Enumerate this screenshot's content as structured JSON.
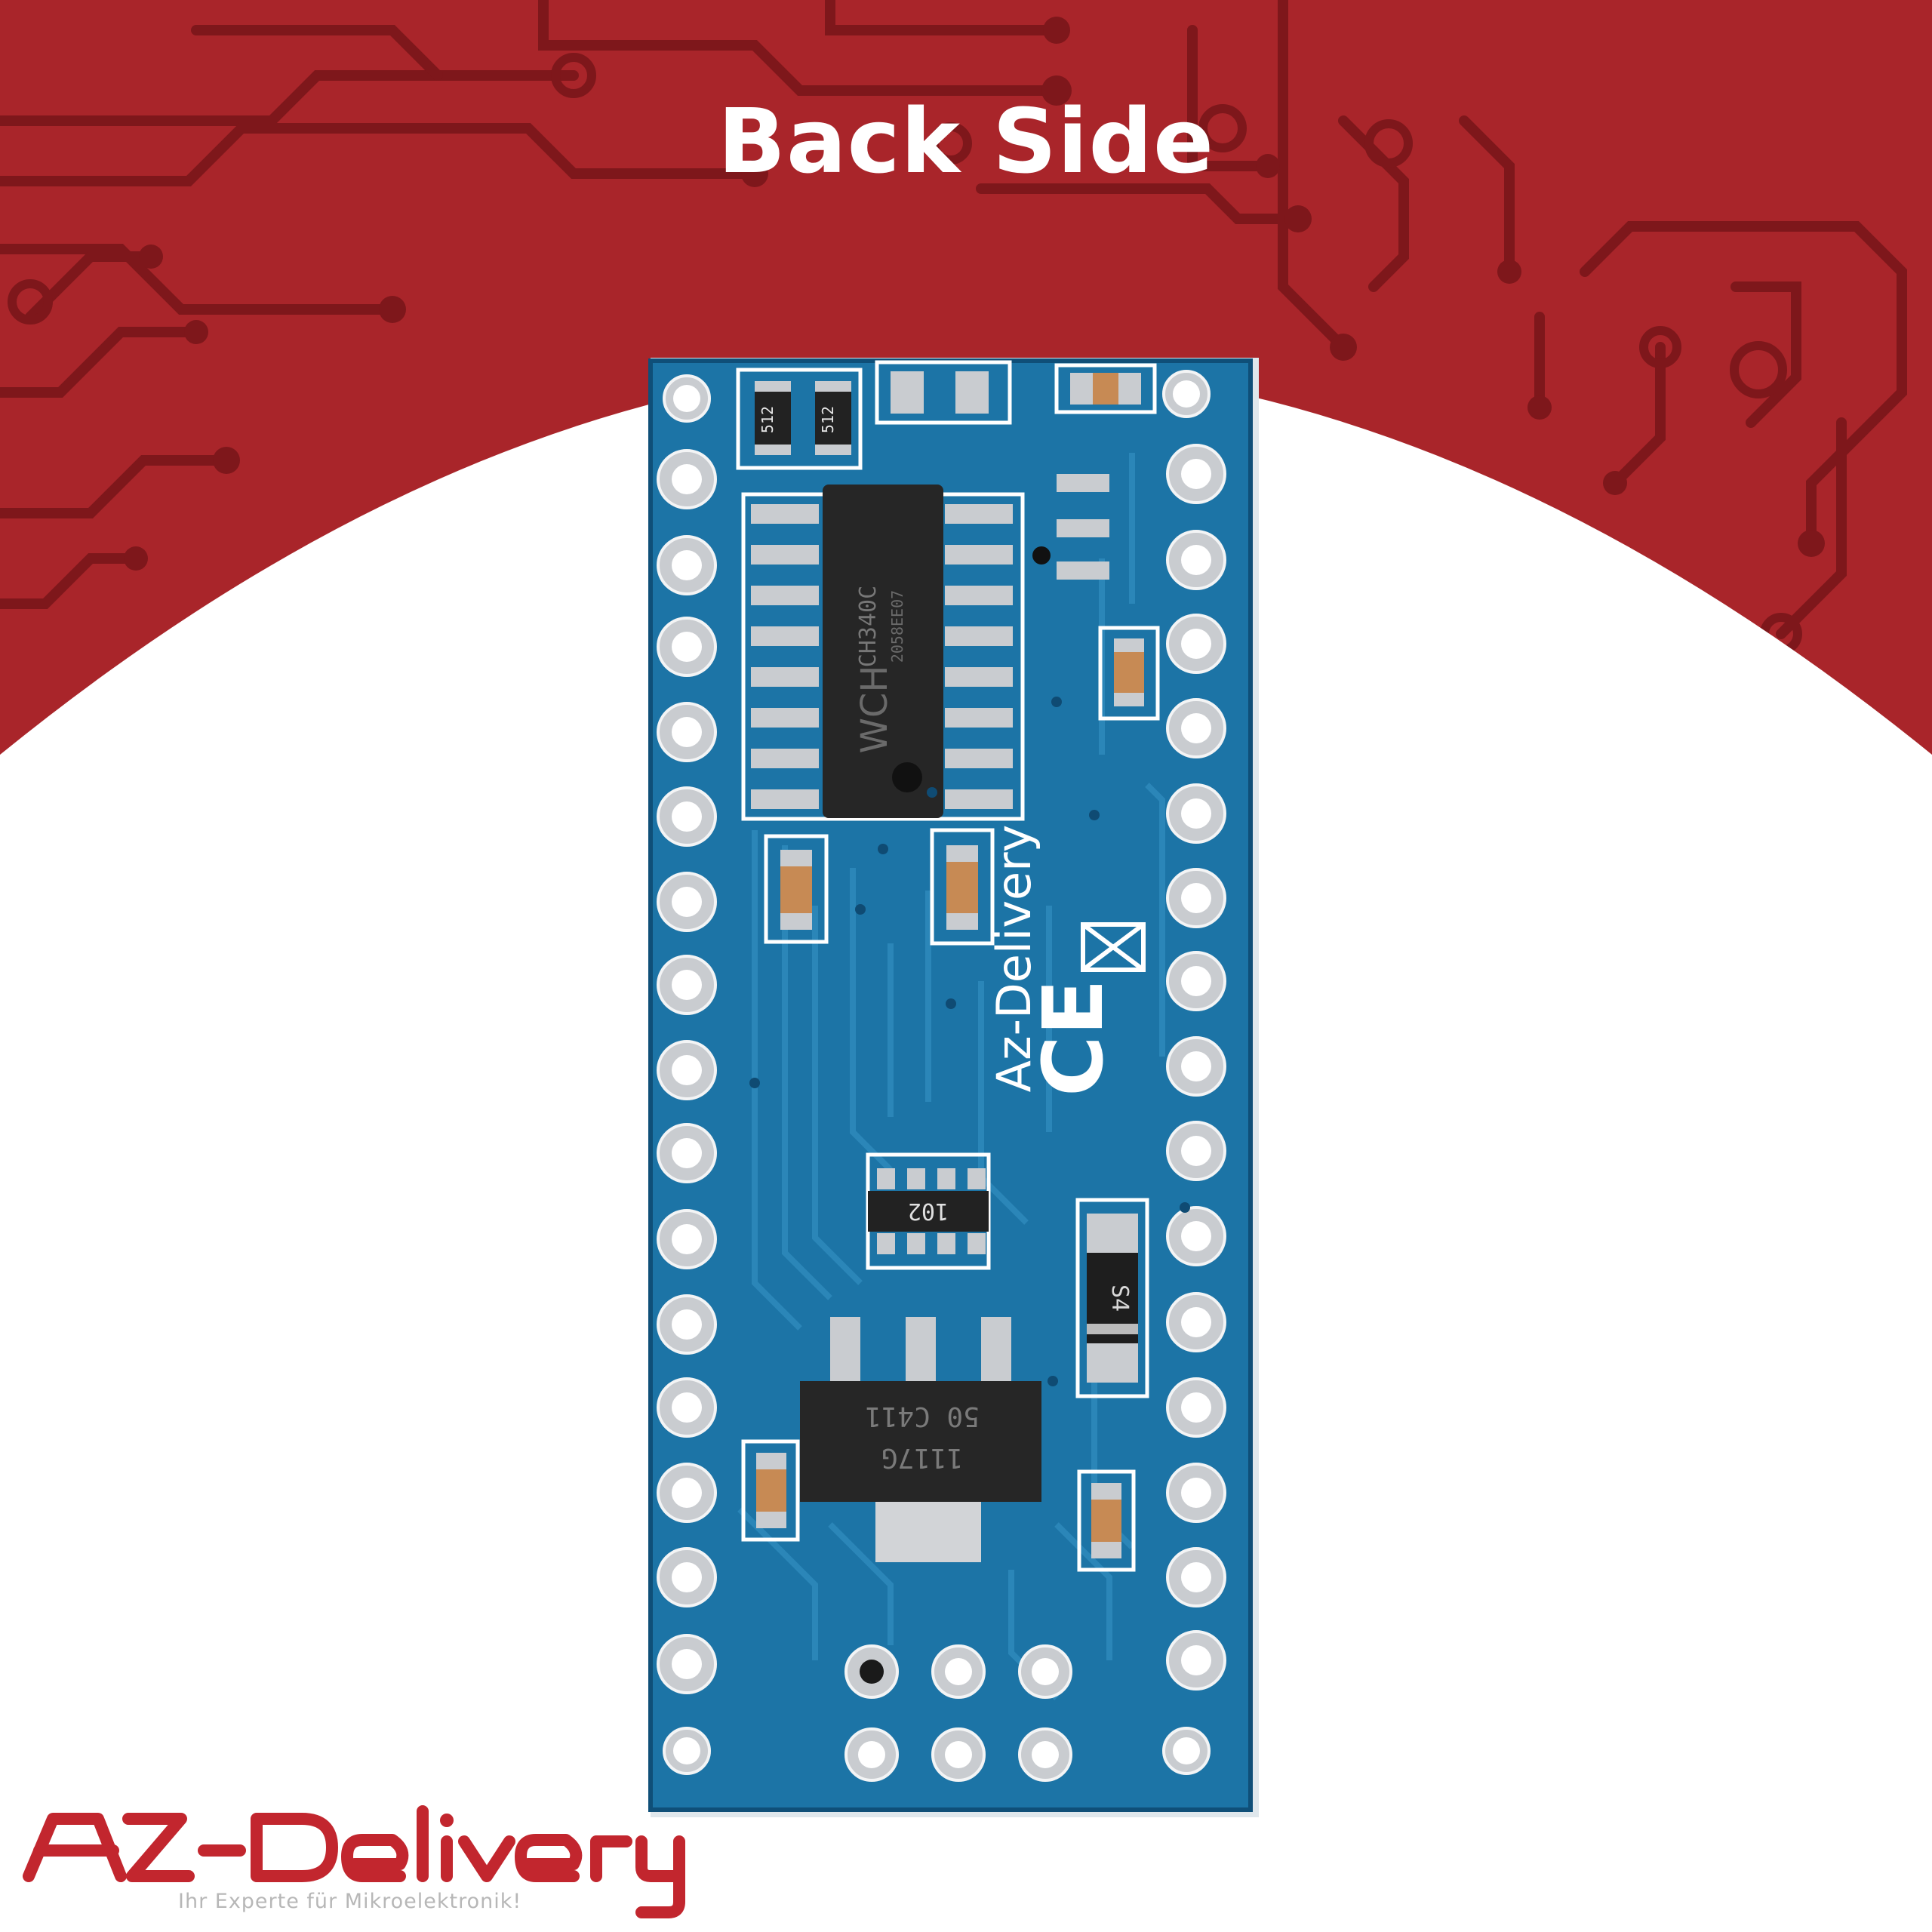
{
  "header": {
    "title": "Back Side"
  },
  "board": {
    "main_chip_marking": "CH340C",
    "main_chip_code": "2058EE07",
    "main_chip_logo": "WCH",
    "resistor_label_1": "512",
    "resistor_label_2": "512",
    "resistor_array_label": "102",
    "regulator_line_1": "1117G",
    "regulator_line_2": "50 C411",
    "diode_label": "S4",
    "silkscreen_brand": "Az-Delivery",
    "ce_mark": "CE"
  },
  "brand": {
    "logo_text": "AZ-Delivery",
    "tagline": "Ihr Experte für Mikroelektronik!"
  },
  "colors": {
    "header_red": "#a9252a",
    "trace_dark": "#7a1418",
    "pcb_blue": "#1c74a6",
    "logo_red": "#c2262e"
  }
}
